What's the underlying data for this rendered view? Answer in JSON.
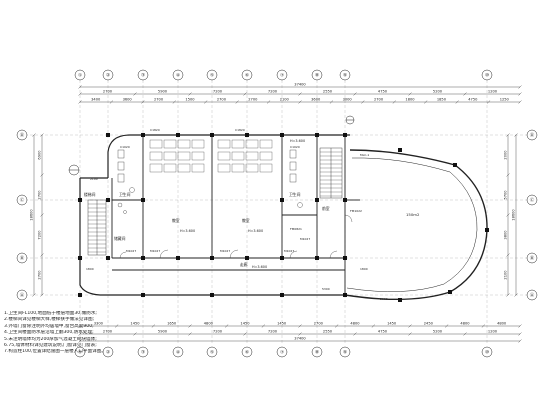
{
  "plan": {
    "north_axes": [
      "①",
      "②",
      "③",
      "④",
      "⑤",
      "⑥",
      "⑦",
      "⑧",
      "⑨",
      "⑩"
    ],
    "south_axes": [
      "①",
      "②",
      "③",
      "④",
      "⑤",
      "⑥",
      "⑦",
      "⑧",
      "⑨",
      "⑩"
    ],
    "west_axes": [
      "Ⓓ",
      "Ⓒ",
      "Ⓑ",
      "Ⓐ"
    ],
    "east_axes": [
      "Ⓓ",
      "Ⓒ",
      "Ⓑ",
      "Ⓐ"
    ],
    "north_dims_upper": [
      "2700",
      "5900",
      "7200",
      "7200",
      "2550",
      "4750",
      "5200",
      "1200"
    ],
    "north_dims_lower": [
      "3400",
      "3600",
      "2700",
      "1500",
      "2700",
      "2700",
      "2100",
      "3600",
      "3000",
      "2700",
      "1800",
      "1850",
      "4750",
      "1250"
    ],
    "north_total": "37400",
    "south_dims_upper": [
      "3300",
      "1450",
      "1650",
      "4800",
      "1450",
      "1450",
      "2700",
      "4800",
      "1450",
      "2450",
      "4800",
      "4800"
    ],
    "south_dims_lower": [
      "2700",
      "5900",
      "7200",
      "7200",
      "2550",
      "4750",
      "5200",
      "1200"
    ],
    "south_total": "37400",
    "west_dims": [
      "6900",
      "2700",
      "7200",
      "2700"
    ],
    "east_dims": [
      "2000",
      "5700",
      "3800",
      "2100"
    ],
    "west_total": "18600",
    "east_total": "18600",
    "room_labels": [
      "教室",
      "教室",
      "150m2",
      "储藏间",
      "楼梯间",
      "卫生间",
      "卫生间",
      "前室",
      "走廊"
    ],
    "levels": [
      "H=3.600",
      "H=3.600",
      "H=3.600",
      "H=3.600"
    ],
    "door_tags": [
      "M1027",
      "M1027",
      "M1027",
      "M1027",
      "M1027",
      "FM1022",
      "FM0821",
      "C1820",
      "C1820",
      "C1020",
      "C1020",
      "MLC-1"
    ],
    "misc_tags": [
      "1800",
      "5300",
      "2000",
      "1800",
      "2100"
    ]
  },
  "notes": [
    "1.卫生间FL100,地面低于楼层地面30,做防水;",
    "2.楼梯间详见楼梯大样,楼梯扶手做法见详图;",
    "3.外墙门窗除注明外均居墙中,窗台高度900;",
    "4.卫生间楼面防水层沿墙上翻300,防水处理;",
    "5.未注明墙体均为200厚加气混凝土砌块墙体;",
    "6.75,墙体材料详见建筑说明,门窗详见门窗表;",
    "7.构造柱100,位置详结施图一层楼入口平面详图。"
  ],
  "colors": {
    "line": "#222222",
    "dim": "#333333",
    "column": "#111111",
    "fill": "#ffffff"
  }
}
